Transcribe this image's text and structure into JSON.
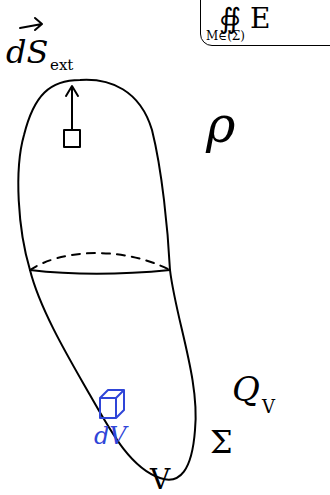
{
  "diagram": {
    "nodes": [
      {
        "text": [
          "∯ E",
          "M∈(Σ)"
        ]
      }
    ],
    "labels": [
      "dS",
      "ext",
      "ρ",
      "dV",
      "Q",
      "V",
      "Σ",
      "V"
    ]
  }
}
